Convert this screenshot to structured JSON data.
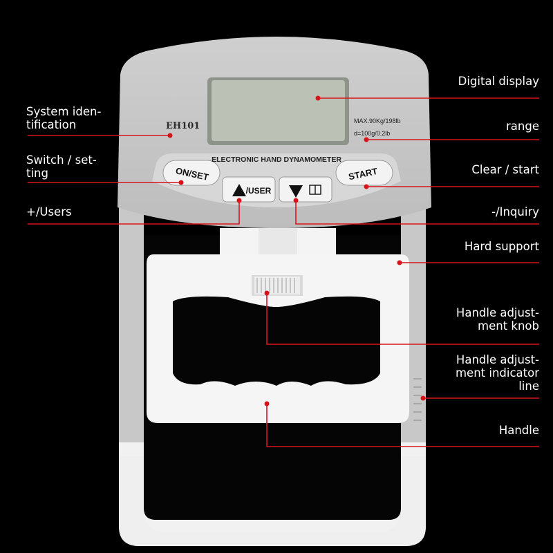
{
  "colors": {
    "background": "#000000",
    "leader_line": "#d8141b",
    "label_text": "#ffffff",
    "device_gray": "#c9c9c9",
    "device_white": "#f4f4f4",
    "lcd": "#bcc1b6"
  },
  "device": {
    "model": "EH101",
    "title": "ELECTRONIC HAND DYNAMOMETER",
    "range_line1": "MAX.90Kg/198lb",
    "range_line2": "d=100g/0.2lb",
    "buttons": {
      "on_set": "ON/SET",
      "user": "/USER",
      "start": "START"
    }
  },
  "callouts": {
    "system_id": [
      "System iden-",
      "tification"
    ],
    "switch_setting": [
      "Switch / set-",
      "ting"
    ],
    "plus_users": [
      "+/Users"
    ],
    "digital_display": [
      "Digital display"
    ],
    "range": [
      "range"
    ],
    "clear_start": [
      "Clear / start"
    ],
    "minus_inquiry": [
      "-/Inquiry"
    ],
    "hard_support": [
      "Hard support"
    ],
    "adjust_knob": [
      "Handle adjust-",
      "ment knob"
    ],
    "adjust_indicator": [
      "Handle adjust-",
      "ment indicator",
      "line"
    ],
    "handle": [
      "Handle"
    ]
  }
}
